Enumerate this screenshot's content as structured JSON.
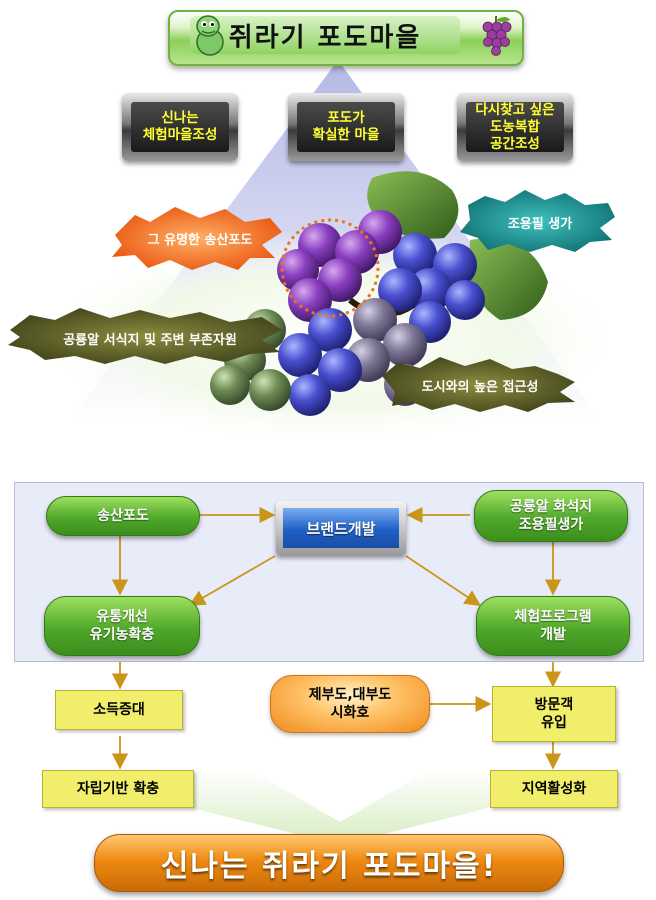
{
  "title": "쥐라기 포도마을",
  "top_boxes": [
    {
      "text": "신나는\n체험마을조성"
    },
    {
      "text": "포도가\n확실한 마을"
    },
    {
      "text": "다시찾고 싶은\n도농복합\n공간조성"
    }
  ],
  "features": {
    "famous": "그 유명한 송산포도",
    "dinosaur": "조용필 생가",
    "habitat": "공룡알 서식지 및 주변 부존자원",
    "access": "도시와의 높은 접근성"
  },
  "flow": {
    "songsan": "송산포도",
    "brand": "브랜드개발",
    "dino_site": "공룡알 화석지\n조용필생가",
    "distribution": "유통개선\n유기농확충",
    "program": "체험프로그램\n개발",
    "income": "소득증대",
    "visitors": "방문객\n유입",
    "islands": "제부도,대부도\n시화호",
    "base": "자립기반 확충",
    "region": "지역활성화"
  },
  "final": "신나는 쥐라기 포도마을!",
  "colors": {
    "title_green": "#8ccf5a",
    "box_text_yellow": "#ffff33",
    "flow_green": "#4fa82a",
    "brand_blue": "#1f5fc6",
    "label_yellow": "#f0ee6a",
    "orange": "#ee8a12",
    "arrow": "#c9961a"
  },
  "icons": [
    "dinosaur-icon",
    "grape-icon"
  ]
}
